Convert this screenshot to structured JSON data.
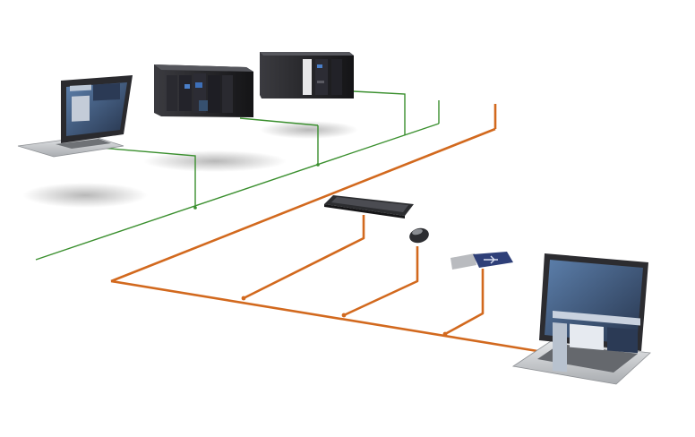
{
  "diagram": {
    "background": "#ffffff",
    "colors": {
      "control_network": "#3a8f2e",
      "usb_network": "#d2691e",
      "device_dark": "#1c1c1e",
      "device_mid": "#3a3a3e",
      "screen_frame": "#2a2a2e",
      "screen_blue": "#4a6e9a",
      "laptop_silver": "#c9cbce"
    },
    "devices": [
      {
        "name": "laptop-left",
        "icon": "laptop-icon"
      },
      {
        "name": "plc-rack-large",
        "icon": "plc-controller-icon"
      },
      {
        "name": "plc-rack-small",
        "icon": "plc-controller-icon"
      },
      {
        "name": "keyboard",
        "icon": "keyboard-icon"
      },
      {
        "name": "mouse",
        "icon": "mouse-icon"
      },
      {
        "name": "usb-stick",
        "icon": "usb-stick-icon"
      },
      {
        "name": "laptop-right",
        "icon": "laptop-icon"
      }
    ],
    "networks": [
      {
        "name": "green-control-network",
        "color_key": "control_network"
      },
      {
        "name": "orange-peripheral-network",
        "color_key": "usb_network"
      }
    ]
  }
}
